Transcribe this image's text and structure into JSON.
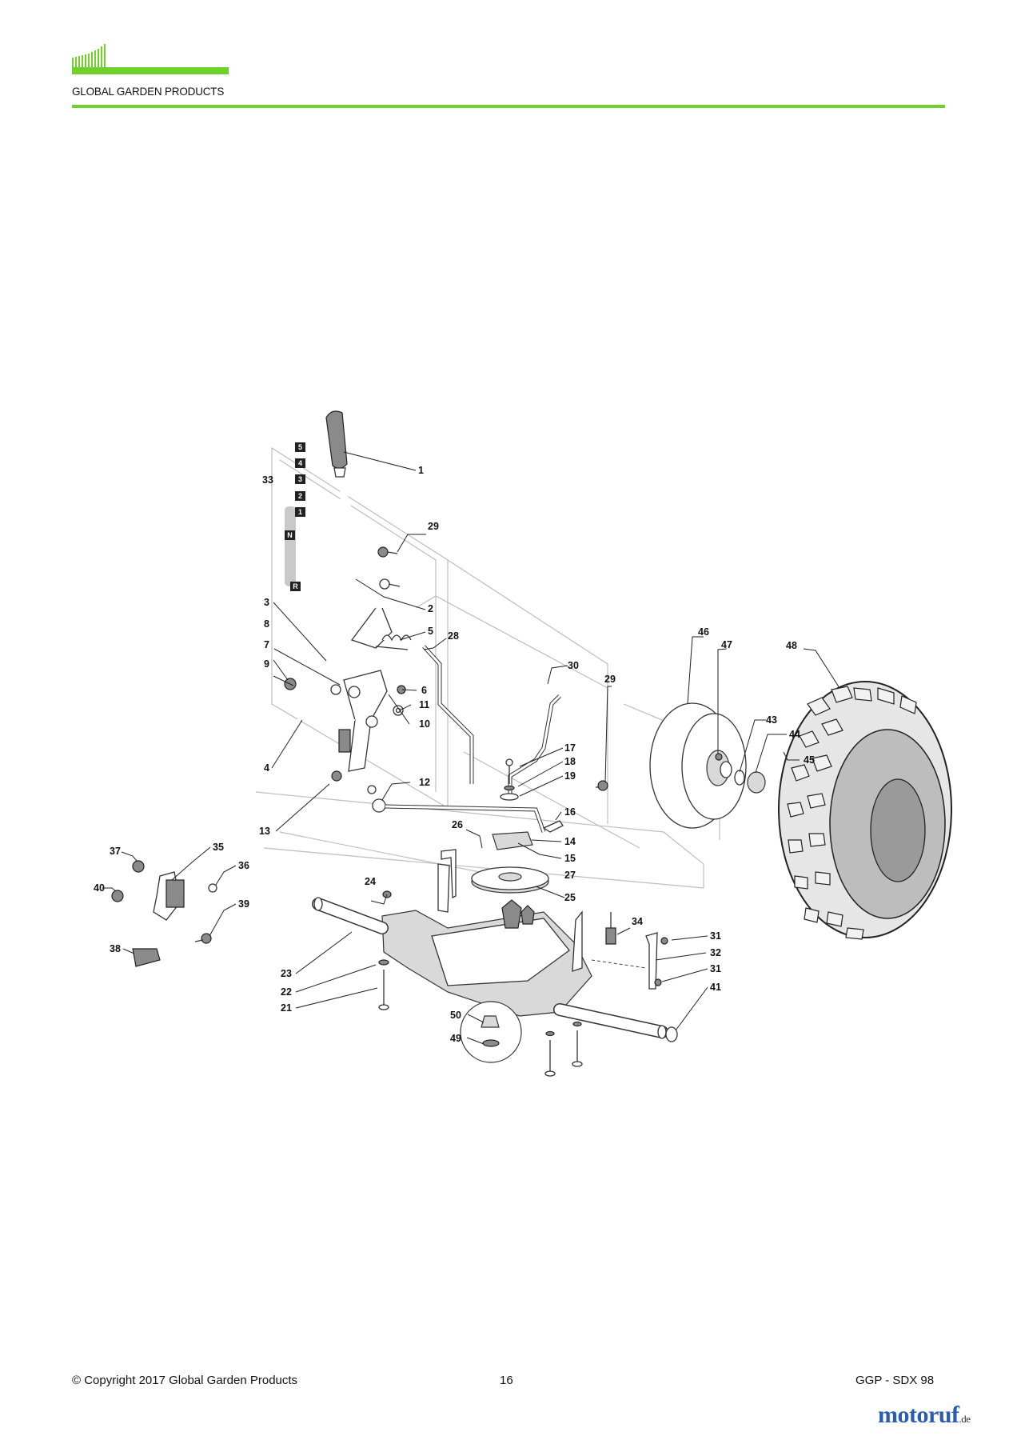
{
  "header": {
    "company": "GLOBAL GARDEN PRODUCTS",
    "brand_color": "#6fd12a"
  },
  "diagram": {
    "gear_positions": [
      "5",
      "4",
      "3",
      "2",
      "1",
      "N",
      "R"
    ],
    "part_labels": [
      "1",
      "2",
      "3",
      "4",
      "5",
      "6",
      "7",
      "8",
      "9",
      "10",
      "11",
      "12",
      "13",
      "14",
      "15",
      "16",
      "17",
      "18",
      "19",
      "21",
      "22",
      "23",
      "24",
      "25",
      "26",
      "27",
      "28",
      "29",
      "29",
      "30",
      "31",
      "31",
      "32",
      "33",
      "34",
      "35",
      "36",
      "37",
      "38",
      "39",
      "40",
      "41",
      "43",
      "44",
      "45",
      "46",
      "47",
      "48",
      "49",
      "50"
    ]
  },
  "footer": {
    "copyright": "© Copyright 2017 Global Garden Products",
    "page_number": "16",
    "doc_code": "GGP - SDX 98"
  },
  "watermark": {
    "brand": "motoruf",
    "tld": ".de"
  }
}
